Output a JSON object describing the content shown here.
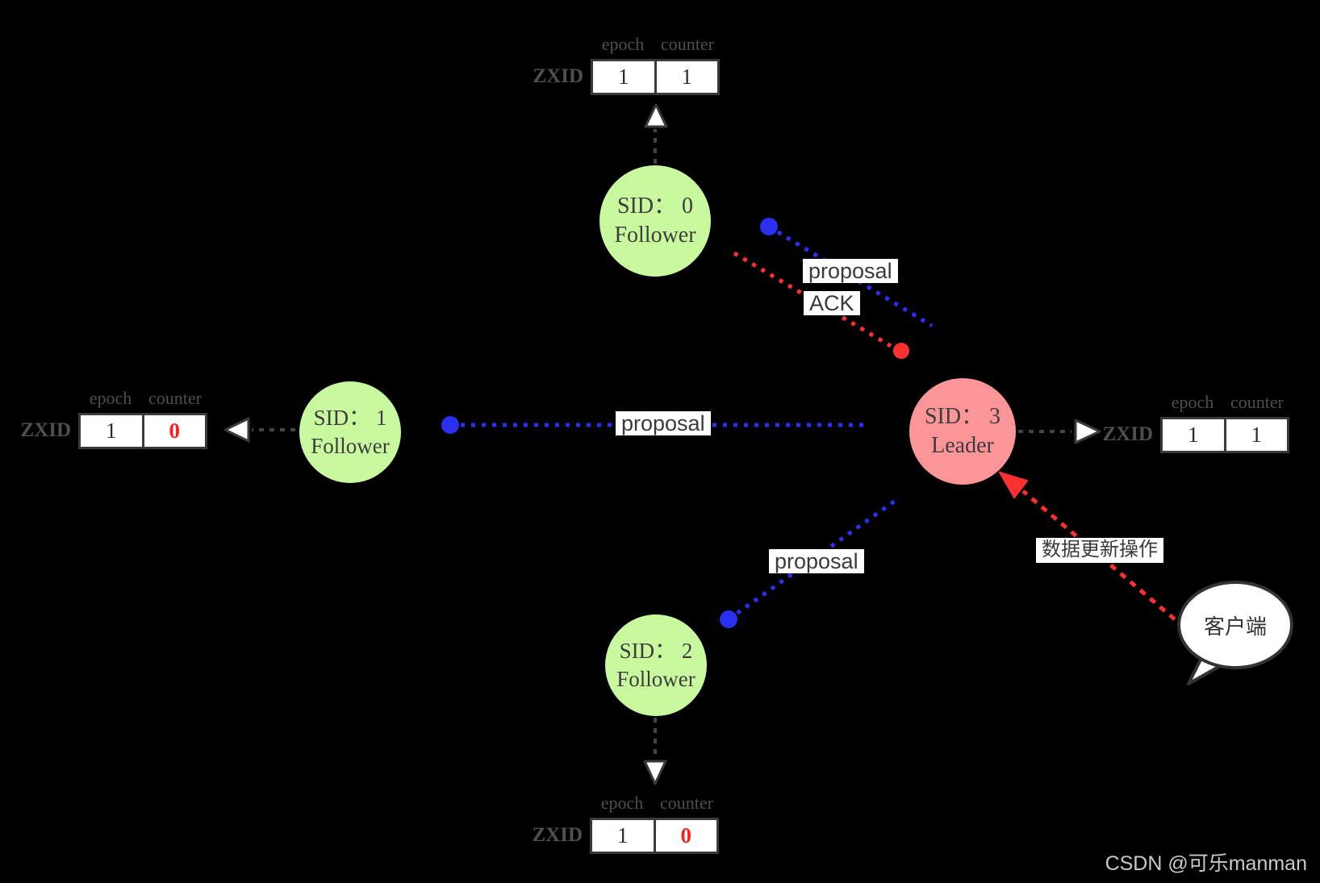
{
  "nodes": {
    "follower0": {
      "sid": "SID： 0",
      "role": "Follower"
    },
    "follower1": {
      "sid": "SID： 1",
      "role": "Follower"
    },
    "follower2": {
      "sid": "SID： 2",
      "role": "Follower"
    },
    "leader": {
      "sid": "SID： 3",
      "role": "Leader"
    }
  },
  "tables": {
    "headers": {
      "col1": "epoch",
      "col2": "counter",
      "row": "ZXID"
    },
    "top": {
      "epoch": "1",
      "counter": "1"
    },
    "left": {
      "epoch": "1",
      "counter": "0"
    },
    "right": {
      "epoch": "1",
      "counter": "1"
    },
    "bottom": {
      "epoch": "1",
      "counter": "0"
    }
  },
  "labels": {
    "proposal_top": "proposal",
    "ack": "ACK",
    "proposal_mid": "proposal",
    "proposal_bottom": "proposal",
    "data_update": "数据更新操作"
  },
  "client": {
    "label": "客户端"
  },
  "watermark": "CSDN @可乐manman",
  "colors": {
    "background": "#000000",
    "follower_fill": "#c9f99e",
    "leader_fill": "#fb9598",
    "proposal_blue": "#2b2ff0",
    "ack_red": "#fb3030",
    "highlight_red": "#fa1e1e",
    "arrow_gray": "#454545"
  }
}
